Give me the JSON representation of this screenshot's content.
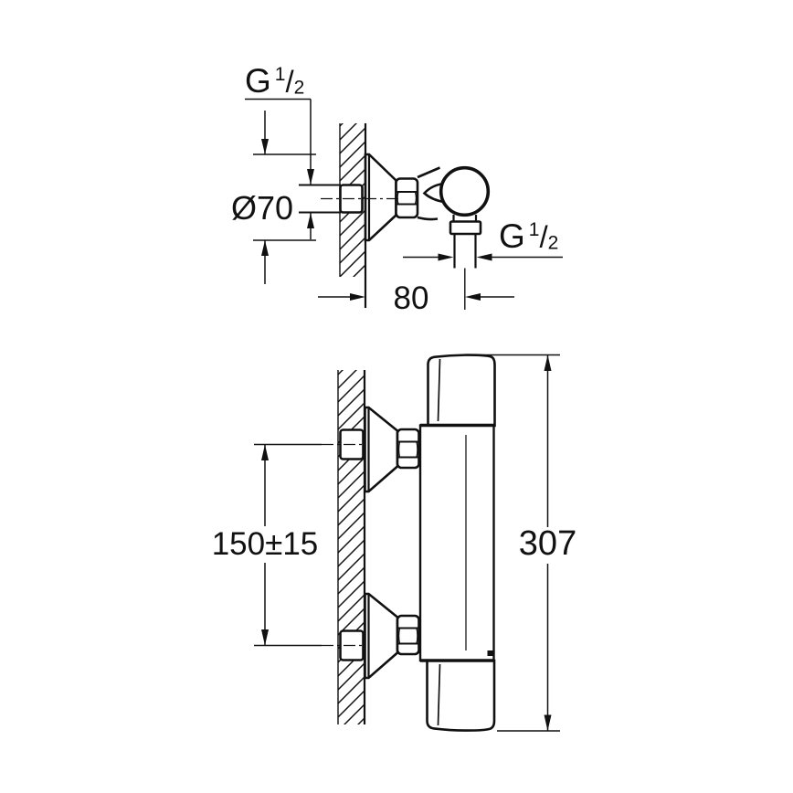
{
  "page": {
    "background": "#ffffff",
    "line_color": "#111111"
  },
  "top_view": {
    "inlet_thread_label": {
      "g": "G",
      "num": "1",
      "slash": "/",
      "den": "2"
    },
    "diameter_label": "Ø70",
    "outlet_thread_label": {
      "g": "G",
      "num": "1",
      "slash": "/",
      "den": "2"
    },
    "projection_label": "80"
  },
  "front_view": {
    "center_distance_label": "150±15",
    "height_label": "307"
  }
}
